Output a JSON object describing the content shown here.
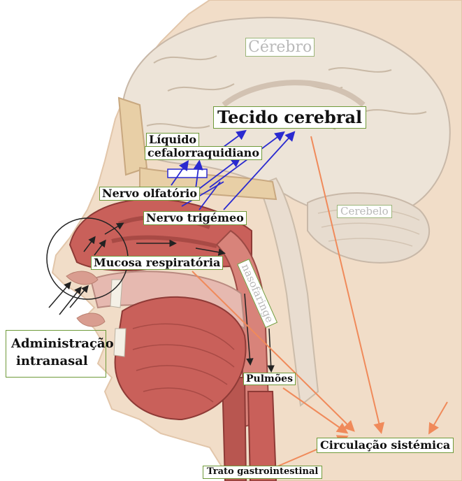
{
  "labels": {
    "cerebro": "Cérebro",
    "tecido_cerebral": "Tecido cerebral",
    "liquido": "Líquido",
    "cefalorraquidiano": "cefalorraquidiano",
    "nervo_olfatorio": "Nervo olfatório",
    "nervo_trigemeo": "Nervo trigémeo",
    "cerebelo": "Cerebelo",
    "mucosa_respiratoria": "Mucosa respiratória",
    "nasofaringe": "nasofaringe",
    "administracao": "Administração",
    "intranasal": "intranasal",
    "pulmoes": "Pulmões",
    "circulacao_sistemica": "Circulação sistémica",
    "trato_gastrointestinal": "Trato gastrointestinal"
  },
  "colors": {
    "skin": "#f1ddc8",
    "brain": "#ede4d8",
    "tissue": "#c9605a",
    "blue_arrow": "#2a2ad0",
    "orange_arrow": "#f08a5a",
    "label_border": "#6f9a3a"
  }
}
